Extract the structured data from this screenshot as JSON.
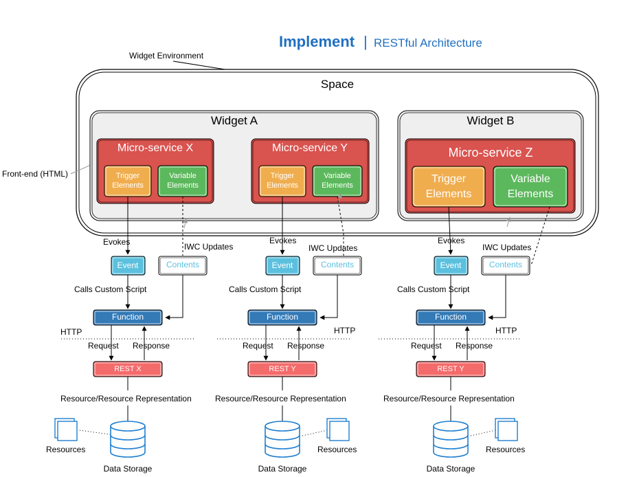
{
  "header": {
    "title_bold": "Implement",
    "title_separator": "|",
    "title_rest": "RESTful Architecture"
  },
  "colors": {
    "accent_blue": "#1f6fc1",
    "microservice_red": "#d9534f",
    "trigger_orange": "#f0ad4e",
    "variable_green": "#5cb85c",
    "event_cyan": "#5bc0de",
    "function_blue": "#337ab7",
    "rest_red": "#f46b6b",
    "contents_text": "#5bc0de"
  },
  "labels": {
    "widget_environment": "Widget Environment",
    "space": "Space",
    "front_end": "Front-end (HTML)",
    "evokes": "Evokes",
    "iwc_updates": "IWC Updates",
    "calls_custom_script": "Calls Custom Script",
    "http": "HTTP",
    "request": "Request",
    "response": "Response",
    "resource_representation": "Resource/Resource Representation",
    "resources": "Resources",
    "data_storage": "Data Storage"
  },
  "widgets": [
    {
      "title": "Widget A"
    },
    {
      "title": "Widget B"
    }
  ],
  "microservices": [
    {
      "title": "Micro-service X",
      "trigger": [
        "Trigger",
        "Elements"
      ],
      "variable": [
        "Variable",
        "Elements"
      ]
    },
    {
      "title": "Micro-service Y",
      "trigger": [
        "Trigger",
        "Elements"
      ],
      "variable": [
        "Variable",
        "Elements"
      ]
    },
    {
      "title": "Micro-service Z",
      "trigger": [
        "Trigger",
        "Elements"
      ],
      "variable": [
        "Variable",
        "Elements"
      ]
    }
  ],
  "columns": [
    {
      "event": "Event",
      "contents": "Contents",
      "function": "Function",
      "rest": "REST X"
    },
    {
      "event": "Event",
      "contents": "Contents",
      "function": "Function",
      "rest": "REST Y"
    },
    {
      "event": "Event",
      "contents": "Contents",
      "function": "Function",
      "rest": "REST Y"
    }
  ]
}
